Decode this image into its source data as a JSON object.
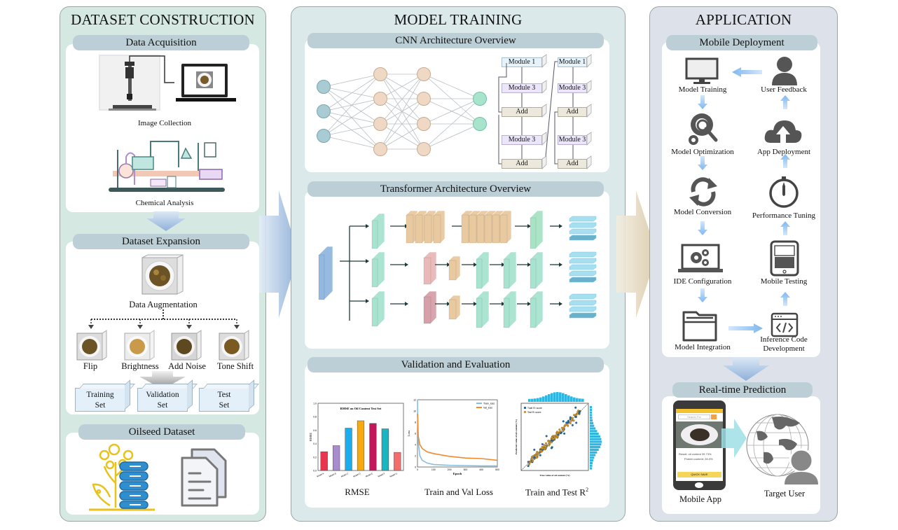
{
  "sections": {
    "dataset": {
      "title": "DATASET CONSTRUCTION",
      "acquisition": {
        "header": "Data Acquisition",
        "image_collection": "Image Collection",
        "chemical_analysis": "Chemical Analysis"
      },
      "expansion": {
        "header": "Dataset Expansion",
        "augmentation": "Data Augmentation",
        "variants": [
          "Flip",
          "Brightness",
          "Add Noise",
          "Tone Shift"
        ],
        "splits": [
          {
            "line1": "Training",
            "line2": "Set"
          },
          {
            "line1": "Validation",
            "line2": "Set"
          },
          {
            "line1": "Test",
            "line2": "Set"
          }
        ]
      },
      "oilseed": {
        "header": "Oilseed Dataset"
      }
    },
    "training": {
      "title": "MODEL TRAINING",
      "cnn": {
        "header": "CNN Architecture Overview",
        "modules_col1": [
          "Module 1",
          "Module 3",
          "Add",
          "Module 3",
          "Add"
        ],
        "modules_col2": [
          "Module 1",
          "Module 3",
          "Add",
          "Module 3",
          "Add"
        ]
      },
      "transformer": {
        "header": "Transformer Architecture Overview"
      },
      "validation": {
        "header": "Validation and Evaluation",
        "rmse_caption": "RMSE",
        "loss_caption": "Train and Val Loss",
        "r2_caption": "Train and Test R",
        "r2_sup": "2",
        "rmse_chart_title": "RMSE on Oil Content Test Set",
        "rmse_ylabel": "RMSE",
        "loss_ylabel": "Loss",
        "loss_xlabel": "Epoch",
        "loss_legend": [
          "Train_loss",
          "Val_loss"
        ],
        "r2_legend": [
          "Train R² score",
          "Test R² score"
        ],
        "r2_xlabel": "True value of oil content (%)",
        "r2_ylabel": "Predicted value of oil content (%)"
      }
    },
    "application": {
      "title": "APPLICATION",
      "mobile": {
        "header": "Mobile Deployment",
        "steps_left": [
          "Model Training",
          "Model Optimization",
          "Model Conversion",
          "IDE Configuration",
          "Model Integration"
        ],
        "steps_right": [
          "User Feedback",
          "App Deployment",
          "Performance Tuning",
          "Mobile Testing"
        ],
        "inference_line1": "Inference Code",
        "inference_line2": "Development"
      },
      "realtime": {
        "header": "Real-time Prediction",
        "mobile_app": "Mobile App",
        "target_user": "Target User",
        "phone_search": "Search For",
        "phone_result1": "Result: oil content 39.73%",
        "phone_result2": "Protein content: 28.0%",
        "phone_button": "QUICK SAVE"
      }
    }
  },
  "colors": {
    "dataset_bg": "#d6e8e2",
    "training_bg": "#dce9ea",
    "application_bg": "#dde2ea",
    "pill": "#bccfd6",
    "arrow_blue": "#8fb0d8",
    "arrow_beige": "#dccfb5",
    "flow_arrow": "#8fc2f0",
    "icon_gray": "#555555"
  },
  "chart_data": [
    {
      "type": "bar",
      "title": "RMSE on Oil Content Test Set",
      "ylabel": "RMSE",
      "categories": [
        "Model A",
        "Model B",
        "Model C",
        "Model D",
        "Model E",
        "Model F",
        "Model G"
      ],
      "values": [
        0.28,
        0.37,
        0.63,
        0.74,
        0.7,
        0.62,
        0.27
      ],
      "colors": [
        "#e8344e",
        "#a98ccd",
        "#18aef0",
        "#f7aa10",
        "#c0185a",
        "#1ab5c2",
        "#f56c6c"
      ],
      "ylim": [
        0.0,
        1.0
      ]
    },
    {
      "type": "line",
      "xlabel": "Epoch",
      "ylabel": "Loss",
      "ylim": [
        0,
        12
      ],
      "xlim": [
        0,
        500
      ],
      "series": [
        {
          "name": "Train_loss",
          "color": "#87bfe0",
          "x": [
            0,
            5,
            15,
            30,
            60,
            100,
            200,
            300,
            400,
            500
          ],
          "values": [
            12,
            4.5,
            2.0,
            1.2,
            0.7,
            0.45,
            0.3,
            0.25,
            0.2,
            0.2
          ]
        },
        {
          "name": "Val_loss",
          "color": "#f08a2c",
          "x": [
            0,
            5,
            15,
            30,
            60,
            100,
            200,
            300,
            400,
            500
          ],
          "values": [
            9.5,
            5.5,
            4.0,
            3.3,
            2.7,
            2.4,
            1.9,
            1.6,
            1.5,
            1.2
          ]
        }
      ]
    },
    {
      "type": "scatter",
      "xlabel": "True value of oil content (%)",
      "ylabel": "Predicted value of oil content (%)",
      "legend": [
        "Train R² score",
        "Test R² score"
      ],
      "xlim": [
        20,
        60
      ],
      "ylim": [
        20,
        60
      ]
    }
  ]
}
